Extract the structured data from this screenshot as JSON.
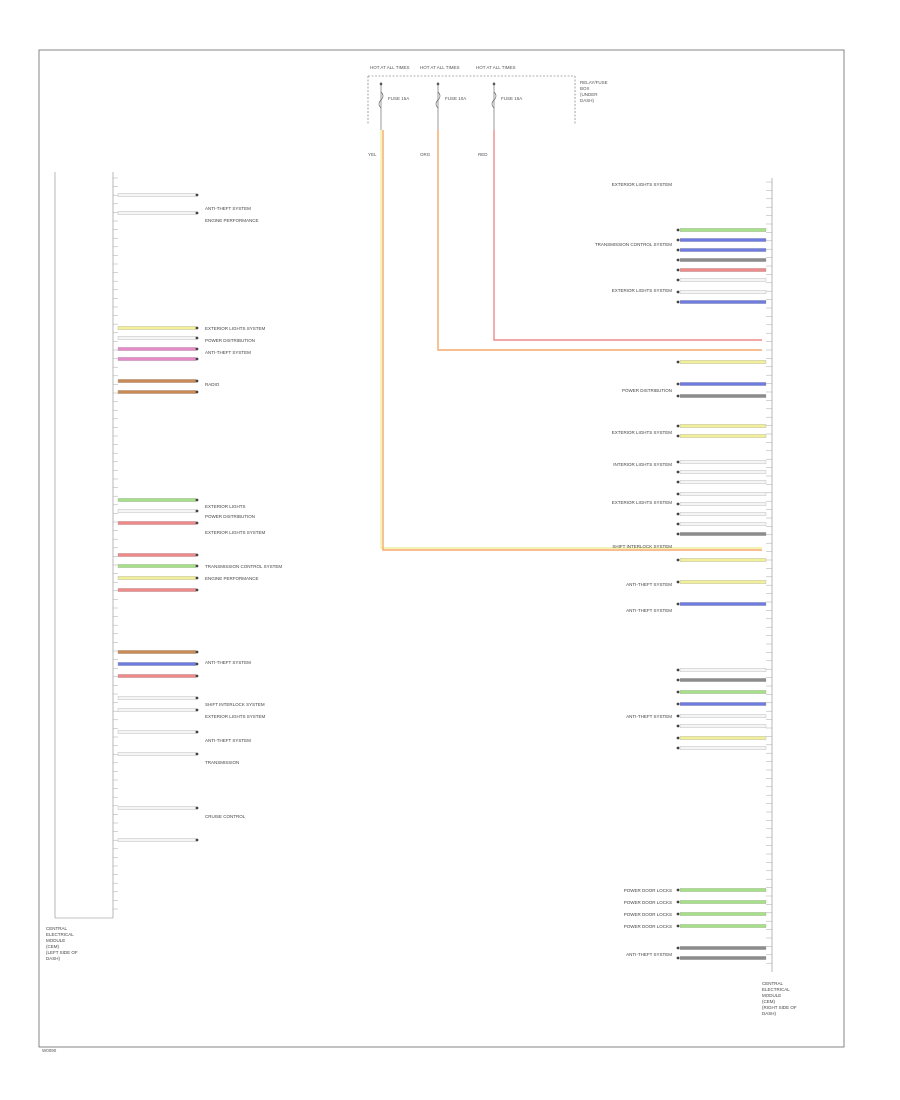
{
  "footer_code": "W0090",
  "connector_left": {
    "caption_lines": [
      "CENTRAL",
      "ELECTRICAL",
      "MODULE",
      "(CEM)",
      "(LEFT SIDE OF",
      "DASH)"
    ]
  },
  "connector_right": {
    "caption_lines": [
      "CENTRAL",
      "ELECTRICAL",
      "MODULE",
      "(CEM)",
      "(RIGHT SIDE OF",
      "DASH)"
    ]
  },
  "top_fuses": {
    "header_labels": [
      "HOT AT ALL TIMES",
      "HOT AT ALL TIMES",
      "HOT AT ALL TIMES"
    ],
    "fuse_labels": [
      "FUSE 15A",
      "FUSE 10A",
      "FUSE 15A"
    ],
    "box_label": [
      "RELAY/FUSE",
      "BOX",
      "(UNDER",
      "DASH)"
    ],
    "wire_labels": [
      "YEL",
      "ORG",
      "RED"
    ]
  },
  "right_system_labels": [
    "EXTERIOR LIGHTS SYSTEM",
    "TRANSMISSION CONTROL SYSTEM",
    "EXTERIOR LIGHTS SYSTEM",
    "POWER DISTRIBUTION",
    "EXTERIOR LIGHTS SYSTEM",
    "INTERIOR LIGHTS SYSTEM",
    "EXTERIOR LIGHTS SYSTEM",
    "SHIFT INTERLOCK SYSTEM",
    "ANTI-THEFT SYSTEM",
    "ANTI-THEFT SYSTEM",
    "ANTI-THEFT SYSTEM",
    "POWER DOOR LOCKS",
    "POWER DOOR LOCKS",
    "POWER DOOR LOCKS",
    "POWER DOOR LOCKS",
    "ANTI-THEFT SYSTEM"
  ],
  "left_system_labels": [
    "ANTI-THEFT SYSTEM",
    "ENGINE PERFORMANCE",
    "EXTERIOR LIGHTS SYSTEM",
    "POWER DISTRIBUTION",
    "ANTI-THEFT SYSTEM",
    "RADIO",
    "EXTERIOR LIGHTS",
    "POWER DISTRIBUTION",
    "EXTERIOR LIGHTS SYSTEM",
    "TRANSMISSION CONTROL SYSTEM",
    "ENGINE PERFORMANCE",
    "ANTI-THEFT SYSTEM",
    "SHIFT INTERLOCK SYSTEM",
    "EXTERIOR LIGHTS SYSTEM",
    "ANTI-THEFT SYSTEM",
    "TRANSMISSION",
    "CRUISE CONTROL"
  ],
  "colors": {
    "yellow": "#f2ef9a",
    "orange": "#f5a96b",
    "red": "#ef8a8a",
    "green": "#a8e08a",
    "blue": "#6f7ce0",
    "pink": "#e58bc8",
    "brown": "#c98a55",
    "gray": "#8c8c8c",
    "white": "#f5f5f5",
    "border": "#555555"
  }
}
